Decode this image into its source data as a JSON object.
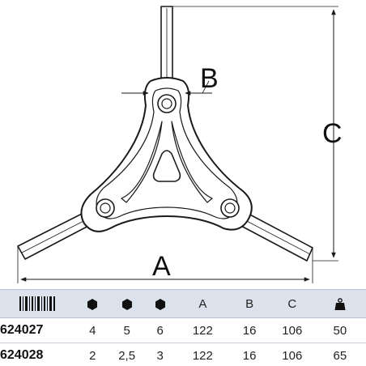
{
  "dimension_labels": {
    "a": "A",
    "b": "B",
    "c": "C"
  },
  "table": {
    "header_icons": [
      "barcode-icon",
      "hex-icon",
      "hex-icon",
      "hex-icon"
    ],
    "header_labels": [
      "A",
      "B",
      "C"
    ],
    "header_last_icon": "weight-icon",
    "rows": [
      {
        "code": "624027",
        "hex1": "4",
        "hex2": "5",
        "hex3": "6",
        "a": "122",
        "b": "16",
        "c": "106",
        "weight": "50"
      },
      {
        "code": "624028",
        "hex1": "2",
        "hex2": "2,5",
        "hex3": "3",
        "a": "122",
        "b": "16",
        "c": "106",
        "weight": "65"
      }
    ]
  },
  "colors": {
    "line": "#1a1a1a",
    "table_header_bg": "#dce2ec"
  }
}
